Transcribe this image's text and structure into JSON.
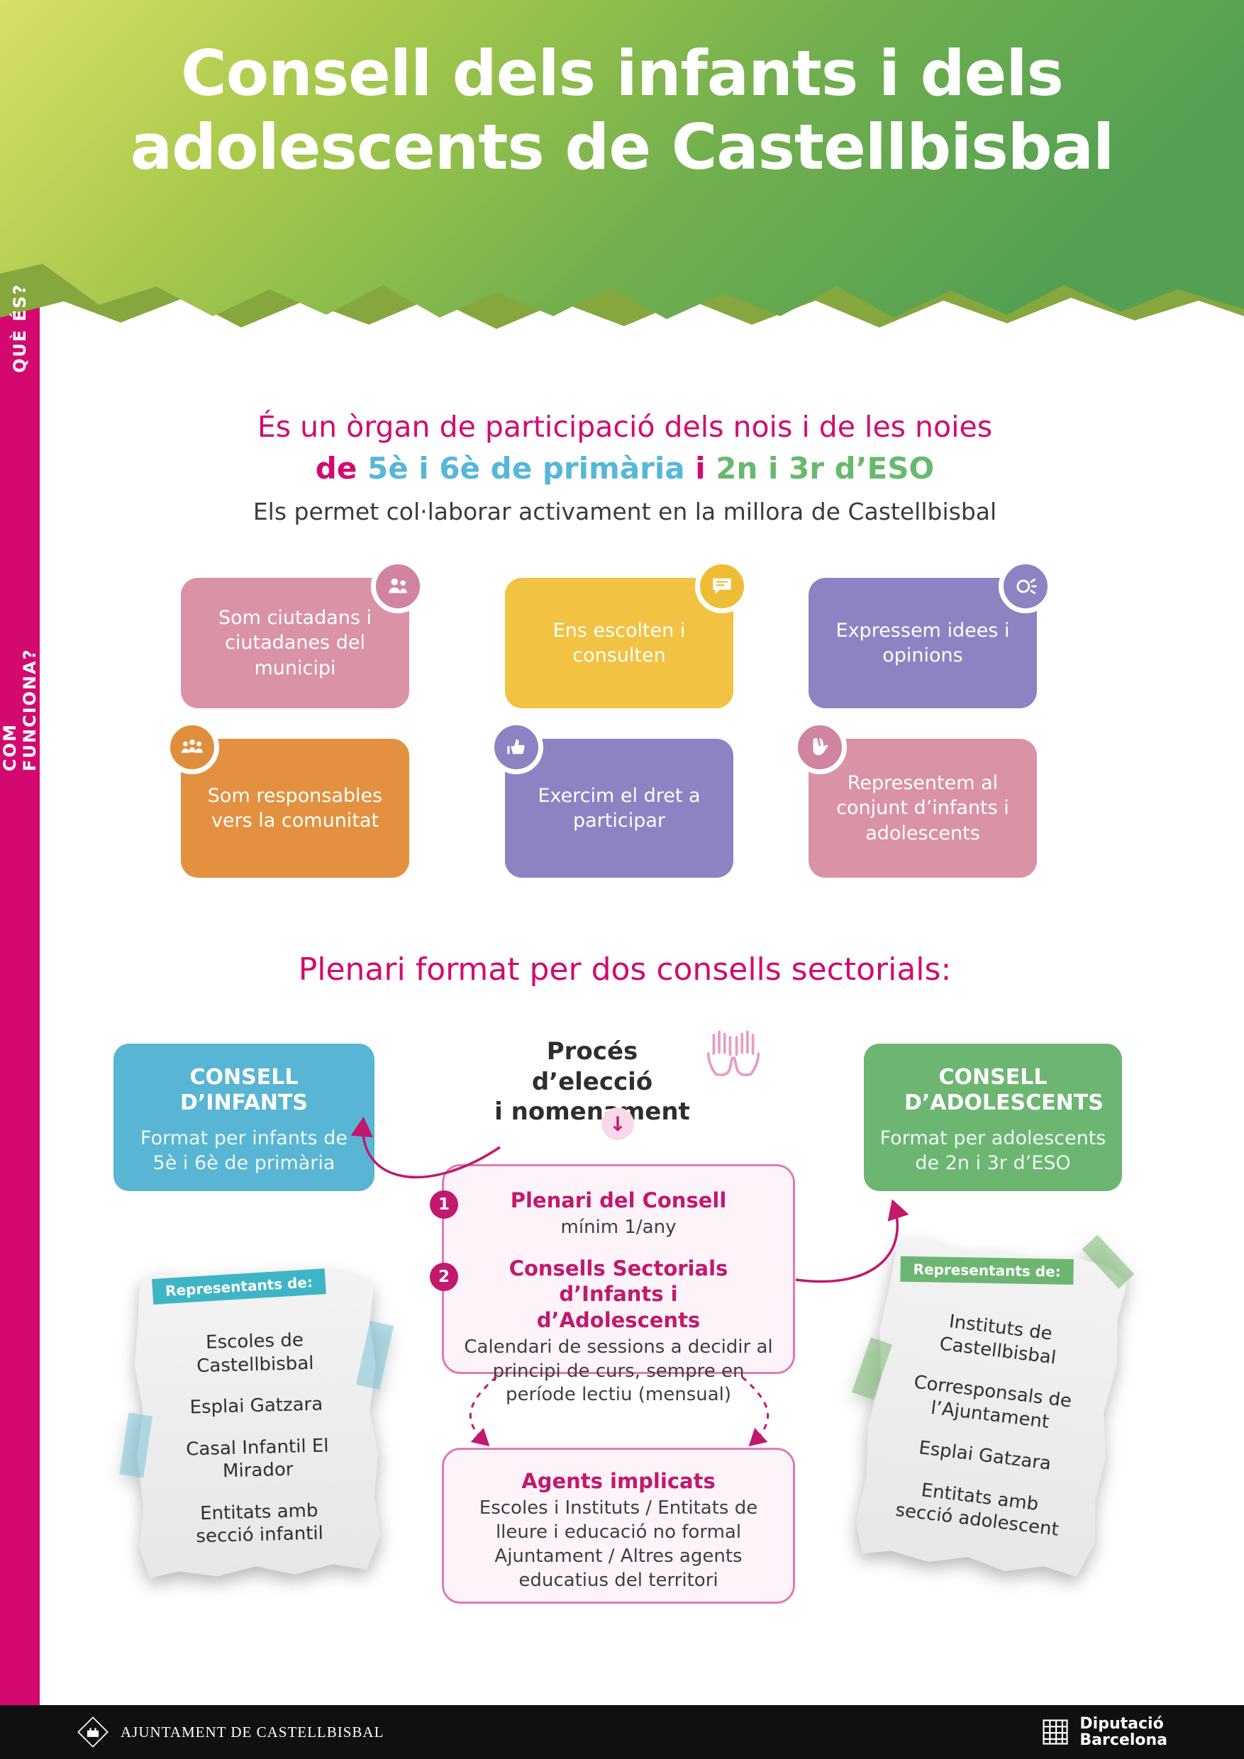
{
  "header": {
    "title_line1": "Consell dels infants i dels",
    "title_line2": "adolescents de Castellbisbal"
  },
  "sidebar": {
    "que_es": "QUÈ ÉS?",
    "com_funciona": "COM FUNCIONA?"
  },
  "colors": {
    "magenta": "#d30970",
    "blue": "#56b7d8",
    "green": "#67b96e",
    "pink_card": "#da92a7",
    "yellow_card": "#f2c242",
    "purple_card": "#8c83c3",
    "orange_card": "#e39140"
  },
  "que_es": {
    "intro_line1": "És un òrgan de participació dels nois i de les noies",
    "intro_de": "de",
    "intro_primaria": "5è i 6è de primària",
    "intro_i": "i",
    "intro_eso": "2n i 3r d’ESO",
    "intro_sub": "Els permet col·laborar activament en la millora de Castellbisbal",
    "cards": [
      {
        "label": "Som ciutadans i ciutadanes del municipi",
        "icon": "citizens-icon"
      },
      {
        "label": "Ens escolten i consulten",
        "icon": "speech-bubble-icon"
      },
      {
        "label": "Expressem idees i opinions",
        "icon": "express-ideas-icon"
      },
      {
        "label": "Som responsables vers la comunitat",
        "icon": "community-icon"
      },
      {
        "label": "Exercim el dret a participar",
        "icon": "thumbs-up-icon"
      },
      {
        "label": "Representem al conjunt d’infants i adolescents",
        "icon": "peace-hand-icon"
      }
    ]
  },
  "com_funciona": {
    "heading": "Plenari format per dos consells sectorials:",
    "consell_infants": {
      "title": "CONSELL D’INFANTS",
      "desc": "Format per infants de 5è i 6è de primària"
    },
    "proces": {
      "line1": "Procés d’elecció",
      "line2": "i nomenament"
    },
    "consell_adolescents": {
      "title": "CONSELL D’ADOLESCENTS",
      "desc": "Format per adolescents de 2n i 3r d’ESO"
    },
    "plenari_box": {
      "step1_num": "1",
      "step1_title": "Plenari del Consell",
      "step1_desc": "mínim 1/any",
      "step2_num": "2",
      "step2_title": "Consells Sectorials d’Infants i d’Adolescents",
      "step2_desc": "Calendari de sessions a decidir al principi de curs, sempre en període lectiu (mensual)"
    },
    "agents_box": {
      "title": "Agents implicats",
      "desc": "Escoles i Instituts / Entitats de lleure i educació no formal Ajuntament / Altres agents educatius del territori"
    },
    "left_note": {
      "badge": "Representants de:",
      "items": [
        "Escoles de Castellbisbal",
        "Esplai Gatzara",
        "Casal Infantil El Mirador",
        "Entitats amb secció infantil"
      ]
    },
    "right_note": {
      "badge": "Representants de:",
      "items": [
        "Instituts de Castellbisbal",
        "Corresponsals de l’Ajuntament",
        "Esplai Gatzara",
        "Entitats amb secció adolescent"
      ]
    }
  },
  "icons": {
    "down_arrow": "↓"
  },
  "footer": {
    "ajuntament": "AJUNTAMENT DE CASTELLBISBAL",
    "diputacio_line1": "Diputació",
    "diputacio_line2": "Barcelona"
  }
}
